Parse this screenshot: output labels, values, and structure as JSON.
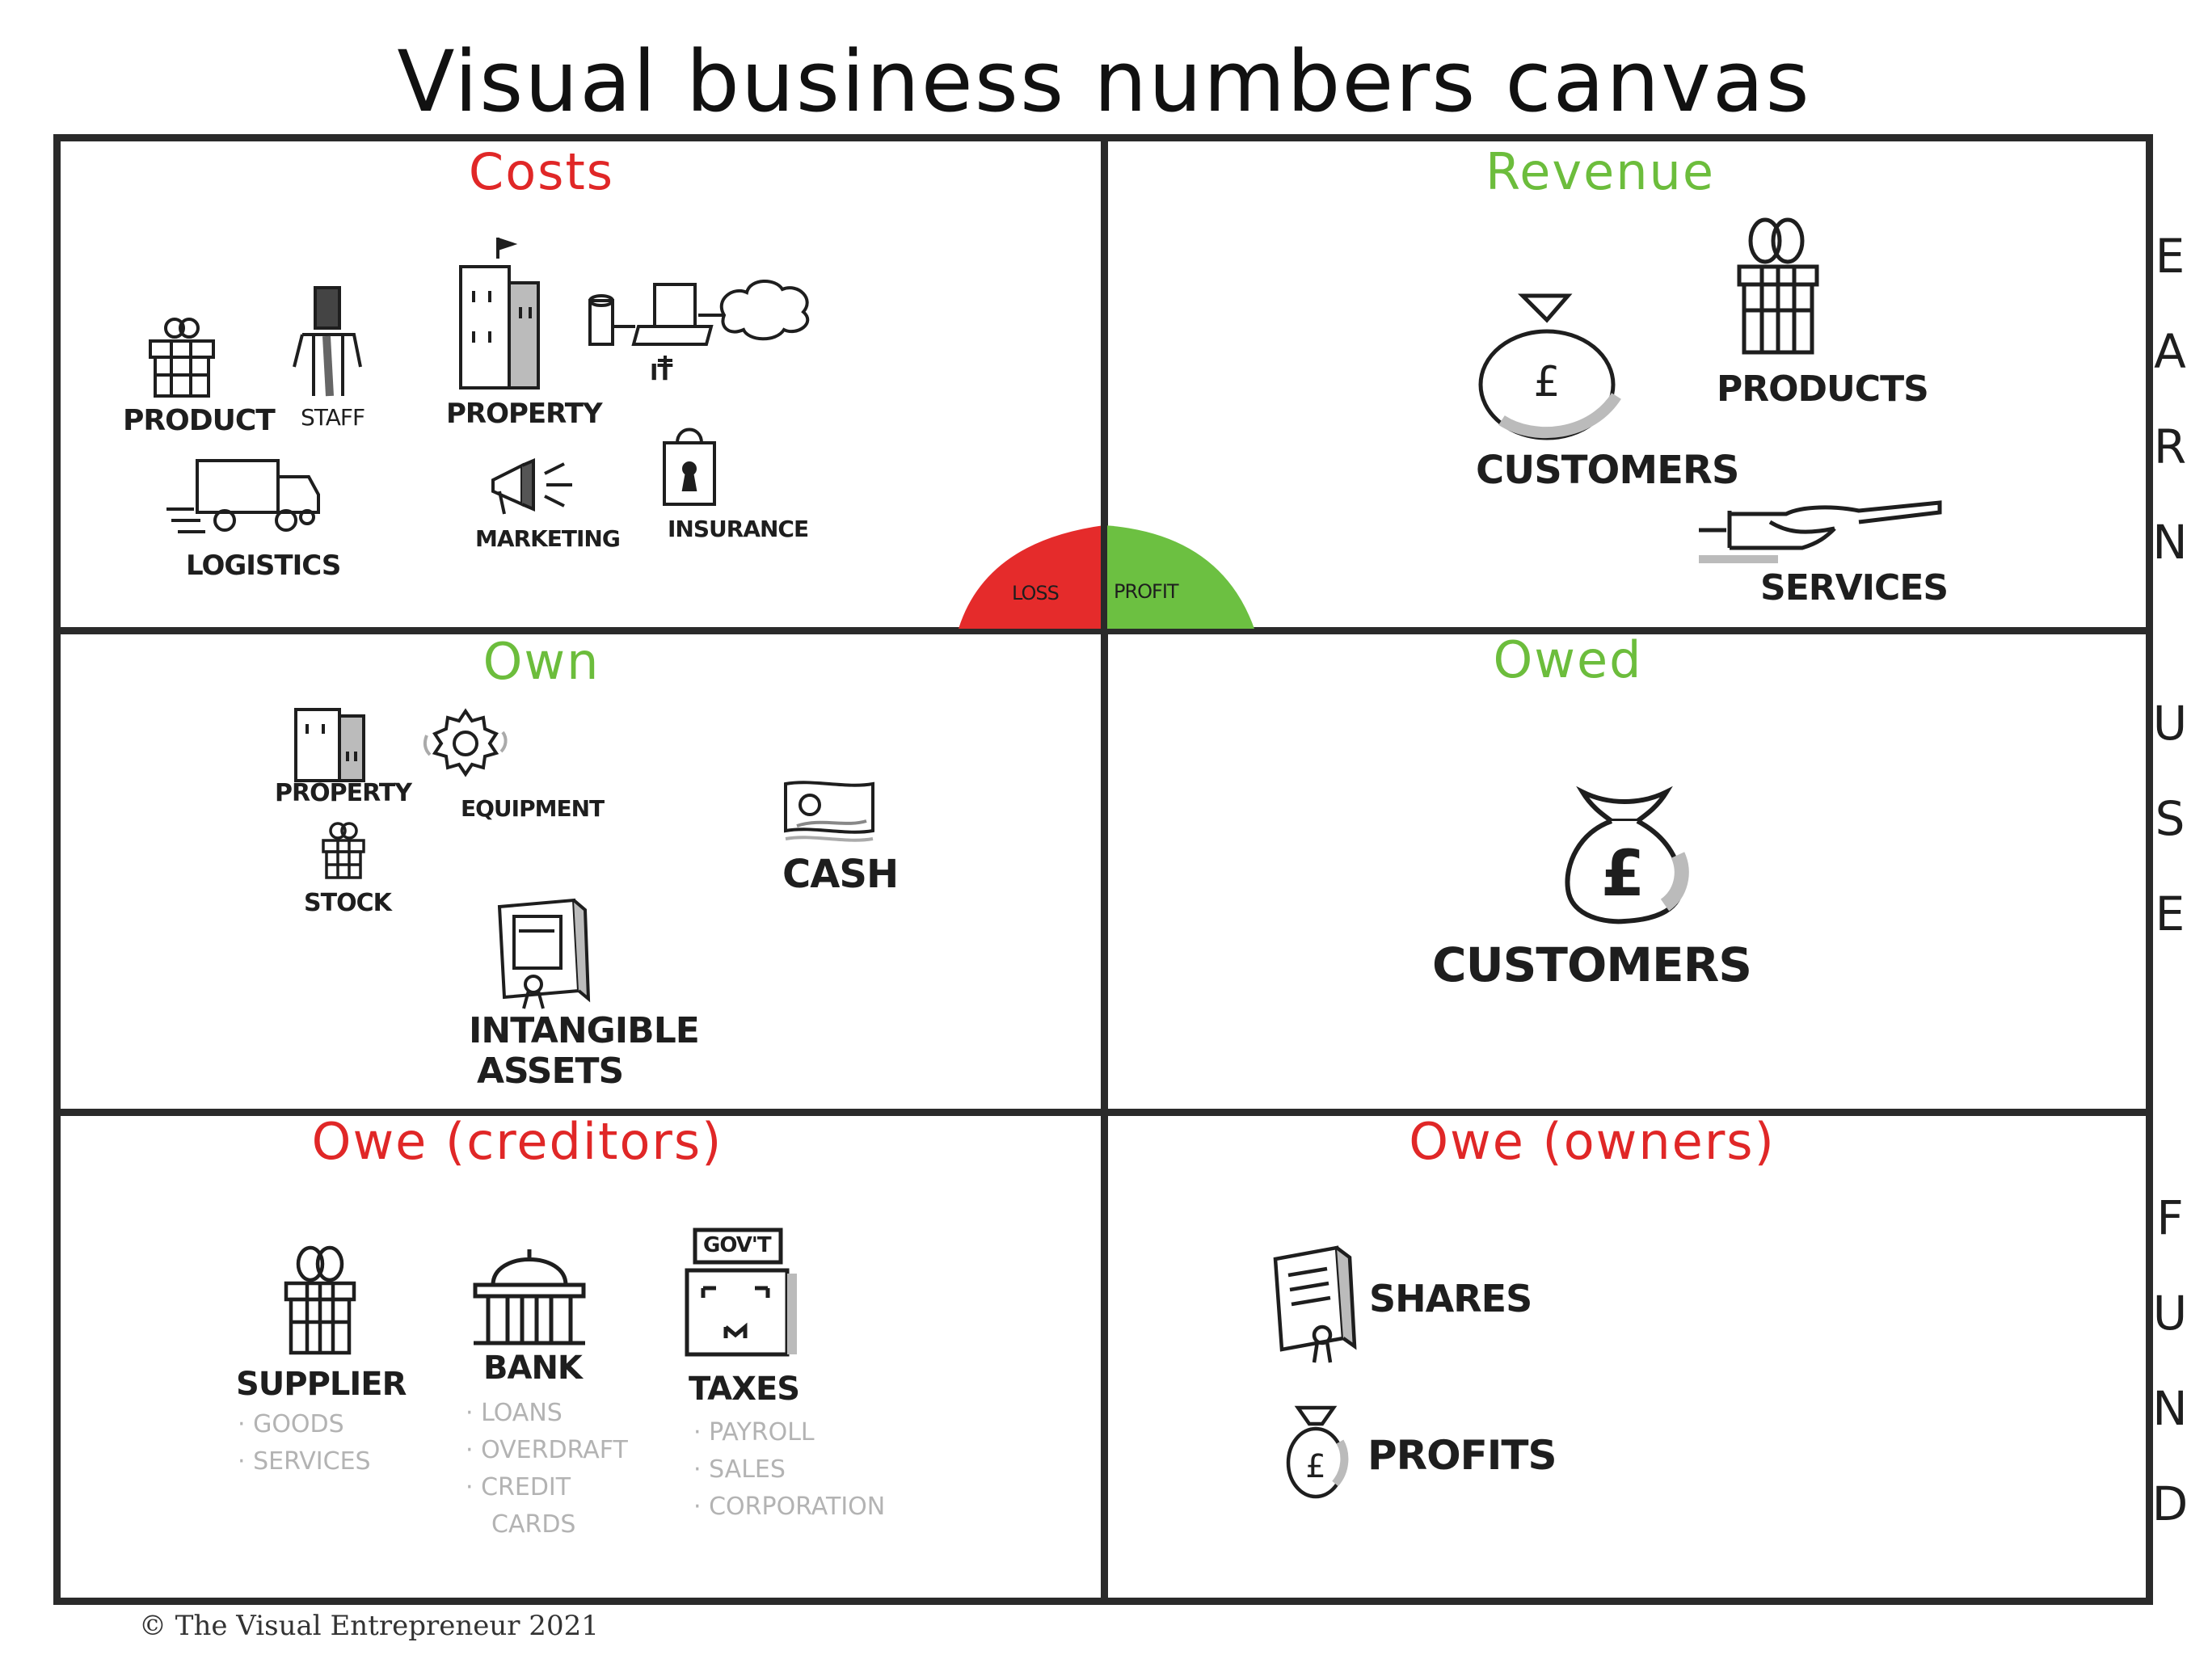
{
  "title": "Visual business numbers canvas",
  "footer": "© The Visual Entrepreneur 2021",
  "side_labels": {
    "earn": [
      "E",
      "A",
      "R",
      "N"
    ],
    "use": [
      "U",
      "S",
      "E"
    ],
    "fund": [
      "F",
      "U",
      "N",
      "D"
    ]
  },
  "gauge": {
    "loss": "LOSS",
    "profit": "PROFIT"
  },
  "colors": {
    "negative": "#e02727",
    "positive": "#6cbd3c",
    "ink": "#1e1e1e",
    "faint": "#b3b3b3"
  },
  "costs": {
    "heading": "Costs",
    "items": {
      "product": "PRODUCT",
      "staff": "STAFF",
      "property": "PROPERTY",
      "it": "IT",
      "logistics": "LOGISTICS",
      "marketing": "MARKETING",
      "insurance": "INSURANCE"
    }
  },
  "revenue": {
    "heading": "Revenue",
    "items": {
      "customers": "CUSTOMERS",
      "products": "PRODUCTS",
      "services": "SERVICES"
    }
  },
  "own": {
    "heading": "Own",
    "items": {
      "property": "PROPERTY",
      "equipment": "EQUIPMENT",
      "stock": "STOCK",
      "cash": "CASH",
      "intangible_1": "INTANGIBLE",
      "intangible_2": "ASSETS"
    }
  },
  "owed": {
    "heading": "Owed",
    "items": {
      "customers": "CUSTOMERS"
    }
  },
  "owe_creditors": {
    "heading": "Owe (creditors)",
    "supplier": {
      "label": "SUPPLIER",
      "details": [
        "· GOODS",
        "· SERVICES"
      ]
    },
    "bank": {
      "label": "BANK",
      "details": [
        "· LOANS",
        "· OVERDRAFT",
        "· CREDIT",
        "CARDS"
      ]
    },
    "taxes": {
      "label": "TAXES",
      "sign": "GOV'T",
      "details": [
        "· PAYROLL",
        "· SALES",
        "· CORPORATION"
      ]
    }
  },
  "owe_owners": {
    "heading": "Owe (owners)",
    "items": {
      "shares": "SHARES",
      "profits": "PROFITS"
    }
  }
}
